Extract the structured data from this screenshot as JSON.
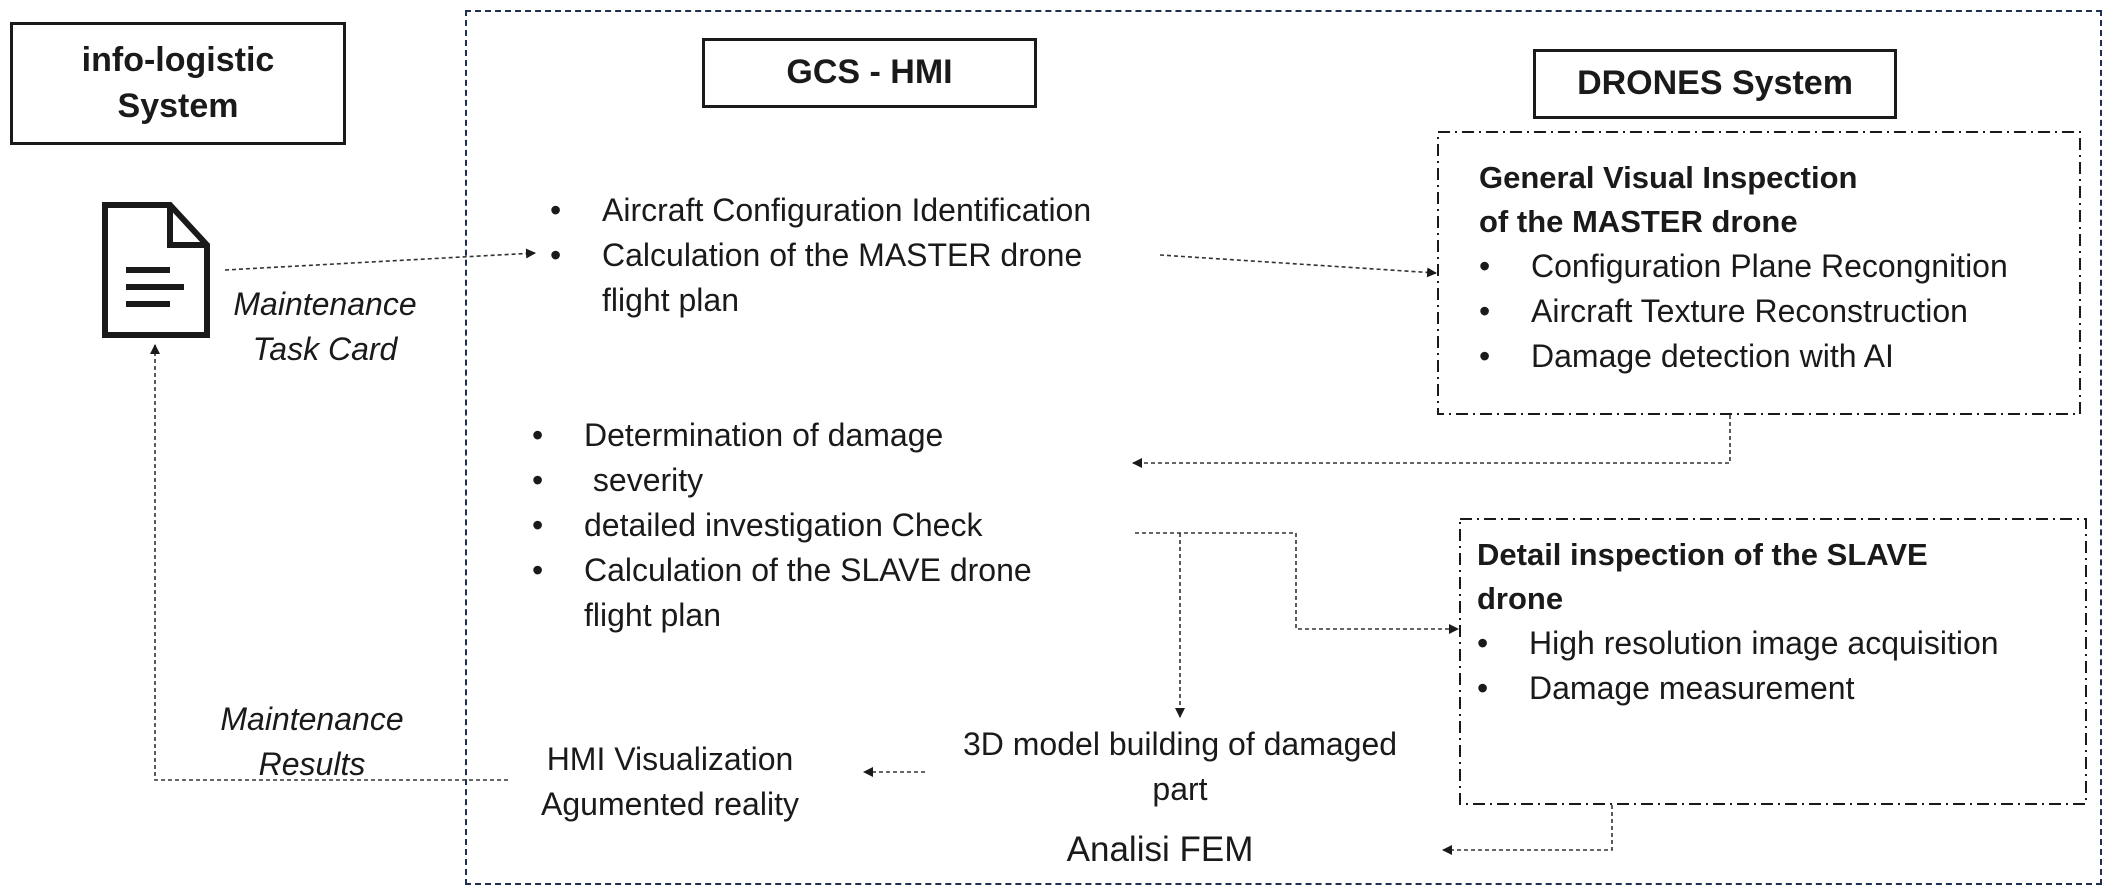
{
  "info_system": {
    "title_line1": "info-logistic",
    "title_line2": "System"
  },
  "gcs": {
    "title": "GCS - HMI"
  },
  "drones": {
    "title": "DRONES System"
  },
  "task_card_label": {
    "line1": "Maintenance",
    "line2": "Task Card"
  },
  "results_label": {
    "line1": "Maintenance",
    "line2": "Results"
  },
  "gcs_block1": {
    "items": [
      "Aircraft Configuration Identification",
      "Calculation of the MASTER drone flight plan"
    ]
  },
  "gcs_block2": {
    "items": [
      "Determination of damage",
      " severity",
      "detailed investigation Check",
      "Calculation of the SLAVE drone flight plan"
    ]
  },
  "master": {
    "heading_line1": "General Visual Inspection",
    "heading_line2": "of the MASTER drone",
    "items": [
      "Configuration Plane Recongnition",
      "Aircraft Texture Reconstruction",
      "Damage detection with AI"
    ]
  },
  "slave": {
    "heading_line1": "Detail inspection of the SLAVE",
    "heading_line2": "drone",
    "items": [
      "High resolution image acquisition",
      "Damage measurement"
    ]
  },
  "hmi_vis": {
    "line1": "HMI Visualization",
    "line2": "Agumented reality"
  },
  "model3d": {
    "line1": "3D model building of damaged",
    "line2": "part"
  },
  "fem": {
    "label": "Analisi FEM"
  },
  "colors": {
    "panel_border": "#1f2f4f",
    "text": "#1a1a1a",
    "connector": "#333333"
  },
  "icons": {
    "document": "document-icon"
  }
}
